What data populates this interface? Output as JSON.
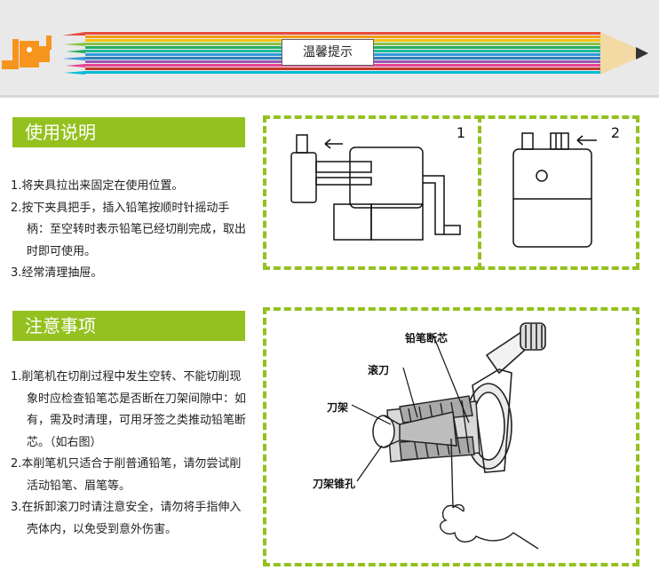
{
  "banner": {
    "label": "温馨提示"
  },
  "usage": {
    "heading": "使用说明",
    "items": [
      "1.将夹具拉出来固定在使用位置。",
      "2.按下夹具把手，插入铅笔按顺时针摇动手柄：至空转时表示铅笔已经切削完成，取出时即可使用。",
      "3.经常清理抽屉。"
    ]
  },
  "notes": {
    "heading": "注意事项",
    "items": [
      "1.削笔机在切削过程中发生空转、不能切削现象时应检查铅笔芯是否断在刀架间隙中：如有，需及时清理，可用牙签之类推动铅笔断芯。（如右图）",
      "2.本削笔机只适合于削普通铅笔，请勿尝试削活动铅笔、眉笔等。",
      "3.在拆卸滚刀时请注意安全，请勿将手指伸入壳体内，以免受到意外伤害。"
    ]
  },
  "figures": {
    "fig1_number": "1",
    "fig2_number": "2",
    "callouts": {
      "broken_lead": "铅笔断芯",
      "roller_blade": "滚刀",
      "blade_holder": "刀架",
      "holder_hole": "刀架锥孔"
    }
  },
  "colors": {
    "accent": "#94c11f",
    "banner_bg": "#e9e9e9",
    "sharpener_icon": "#f7941d"
  }
}
